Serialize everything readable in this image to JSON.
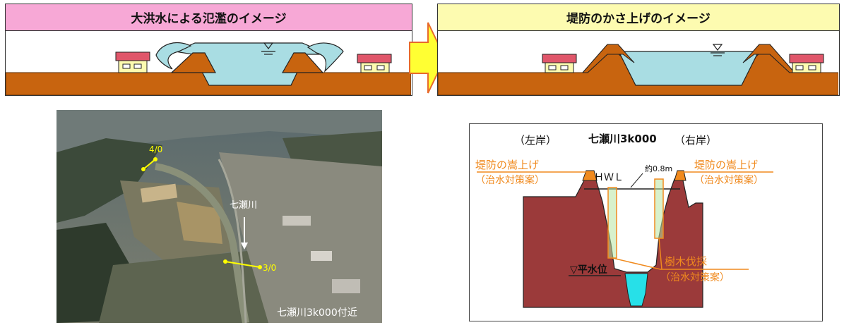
{
  "top_left": {
    "title": "大洪水による氾濫のイメージ",
    "colors": {
      "header_bg": "#f7a8d6",
      "ground": "#c8640f",
      "water": "#a9dde3",
      "roof": "#e0566a"
    }
  },
  "top_right": {
    "title": "堤防のかさ上げのイメージ",
    "colors": {
      "header_bg": "#fdfbb0",
      "ground": "#c8640f",
      "water": "#a9dde3",
      "roof": "#e0566a"
    }
  },
  "arrow": {
    "colors": {
      "fill": "#ffff33",
      "stroke": "#e86a2a"
    }
  },
  "photo": {
    "marker_top": "4/0",
    "river_label": "七瀬川",
    "marker_bottom": "3/0",
    "caption": "七瀬川3k000付近"
  },
  "cross_section": {
    "title": "七瀬川3k000",
    "left_bank": "（左岸）",
    "right_bank": "（右岸）",
    "left_raise_label": "堤防の嵩上げ",
    "left_raise_sub": "（治水対策案）",
    "right_raise_label": "堤防の嵩上げ",
    "right_raise_sub": "（治水対策案）",
    "hwl": "ＨＷＬ",
    "approx": "約0.8m",
    "normal_water": "▽平水位",
    "tree_cut": "樹木伐採",
    "tree_cut_sub": "（治水対策案）",
    "colors": {
      "ground": "#9b3a3a",
      "orange": "#f08a1e",
      "water": "#27e0e8"
    }
  }
}
